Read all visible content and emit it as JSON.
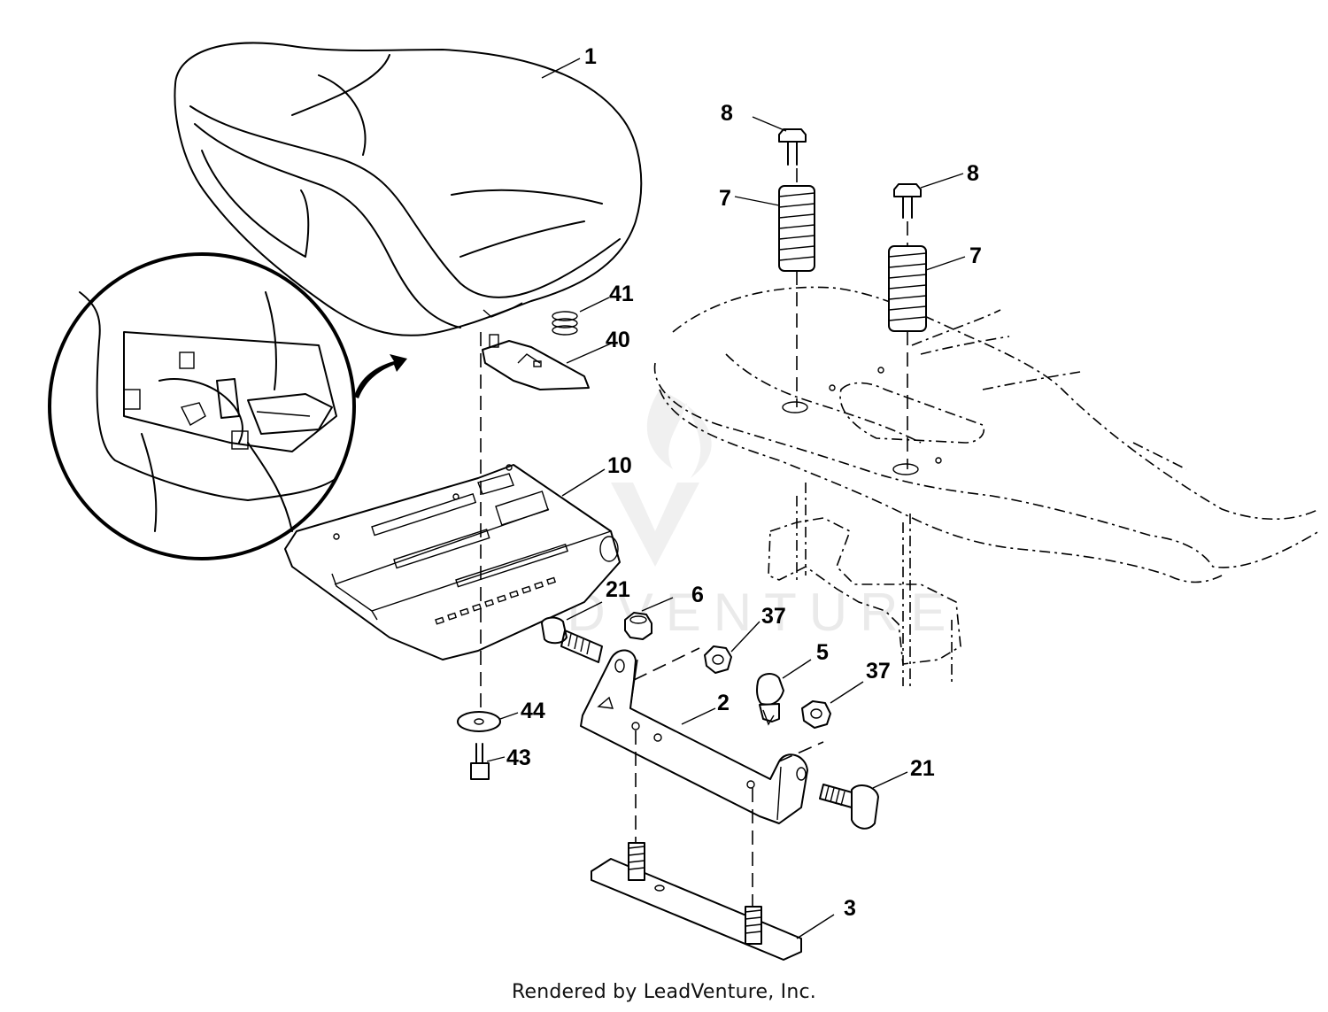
{
  "diagram": {
    "labels": {
      "p1": "1",
      "p8a": "8",
      "p8b": "8",
      "p7a": "7",
      "p7b": "7",
      "p41": "41",
      "p40": "40",
      "p10": "10",
      "p21a": "21",
      "p6": "6",
      "p37a": "37",
      "p5": "5",
      "p37b": "37",
      "p44": "44",
      "p2": "2",
      "p43": "43",
      "p21b": "21",
      "p3": "3"
    },
    "watermark": "LEADVENTURE"
  },
  "footer": {
    "text": "Rendered by LeadVenture, Inc."
  }
}
